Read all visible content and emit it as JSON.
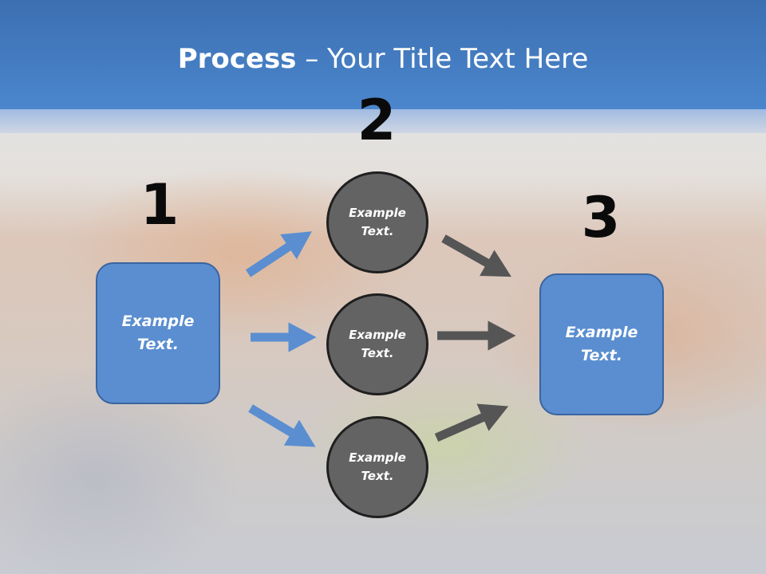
{
  "title": {
    "bold": "Process",
    "rest": " – Your Title Text Here"
  },
  "steps": [
    "1",
    "2",
    "3"
  ],
  "left_box": {
    "line1": "Example",
    "line2": "Text."
  },
  "right_box": {
    "line1": "Example",
    "line2": "Text."
  },
  "circles": [
    {
      "line1": "Example",
      "line2": "Text."
    },
    {
      "line1": "Example",
      "line2": "Text."
    },
    {
      "line1": "Example",
      "line2": "Text."
    }
  ],
  "colors": {
    "header": "#4b86cc",
    "box_fill": "#5a8ed0",
    "circle_fill": "#636363",
    "blue_arrow": "#5a8ed0",
    "gray_arrow": "#555555"
  }
}
